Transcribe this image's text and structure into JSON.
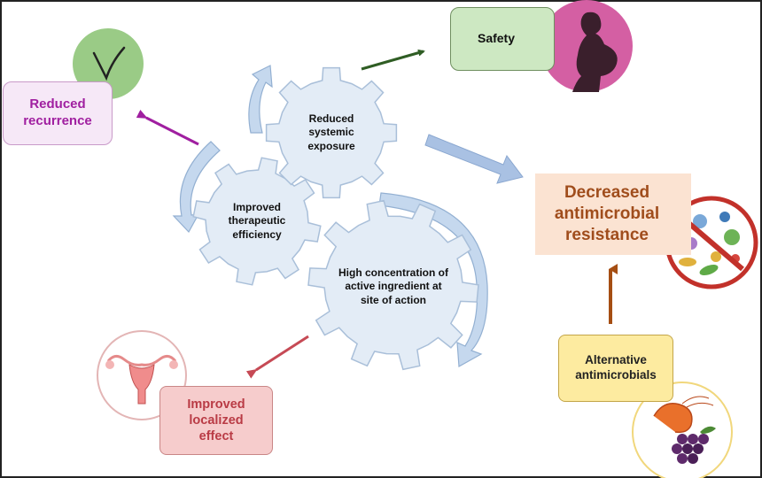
{
  "gears": {
    "reduced_exposure": "Reduced systemic exposure",
    "therapeutic": "Improved therapeutic efficiency",
    "concentration": "High concentration of active ingredient at site of action"
  },
  "outcomes": {
    "safety": "Safety",
    "reduced_recurrence": "Reduced recurrence",
    "decreased_resistance": "Decreased antimicrobial resistance",
    "alternative": "Alternative antimicrobials",
    "localized": "Improved localized effect"
  },
  "icons": {
    "check": "check-icon",
    "pregnant": "pregnant-woman-icon",
    "uterus": "uterus-icon",
    "no_microbes": "no-microbes-icon",
    "food": "shrimp-grapes-icon"
  },
  "colors": {
    "gear_fill": "#e3ecf6",
    "gear_stroke": "#a9bfd9",
    "cycle_arrow": "#c5d8ee",
    "safety_arrow": "#2f5d24",
    "recurrence_arrow": "#a01fa0",
    "localized_arrow": "#c64a55",
    "resistance_arrow": "#a54e13",
    "big_arrow": "#a9c1e3"
  }
}
